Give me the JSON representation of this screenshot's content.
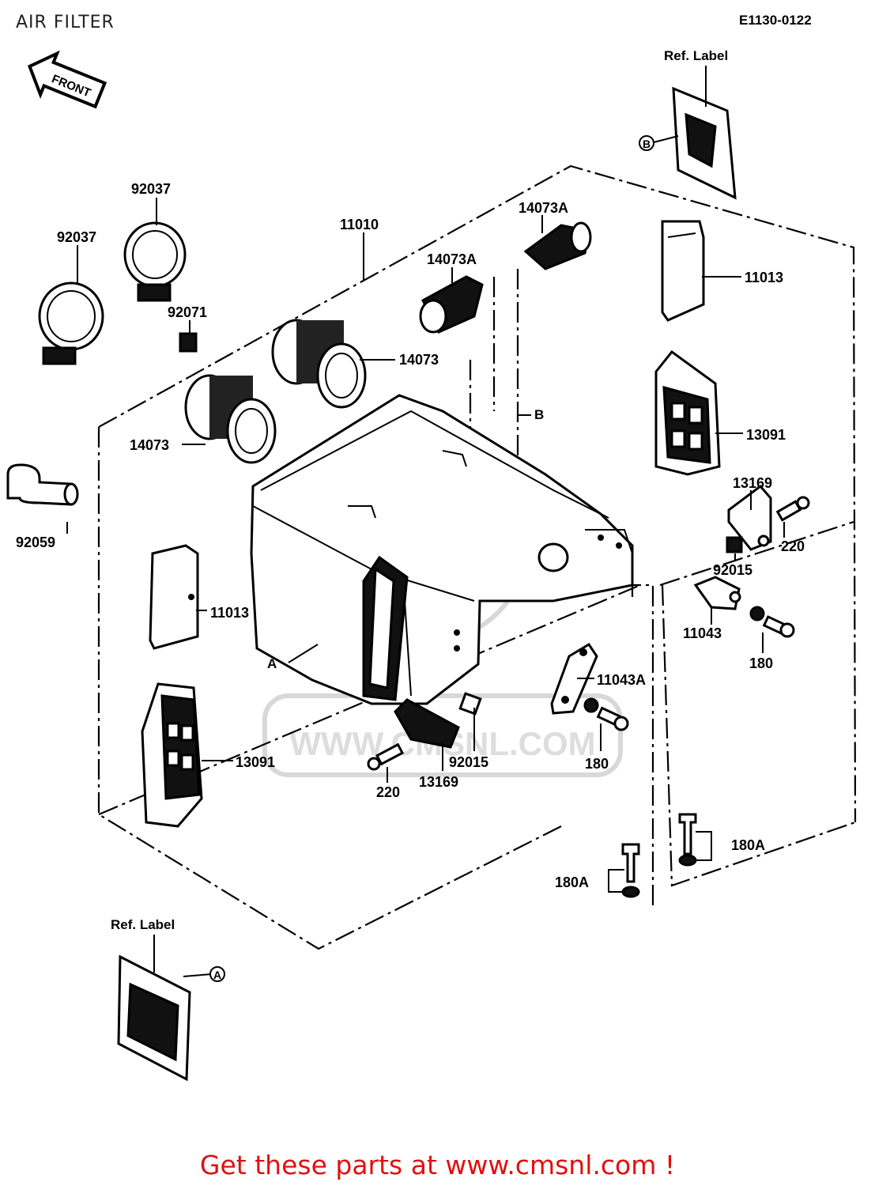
{
  "header": {
    "title": "AIR FILTER",
    "drawing_code": "E1130-0122"
  },
  "front_arrow": {
    "label": "FRONT"
  },
  "labels": {
    "ref_label_top": "Ref. Label",
    "ref_label_bottom": "Ref. Label",
    "ref_a": "A",
    "ref_b": "B"
  },
  "parts": [
    {
      "number": "92037"
    },
    {
      "number": "92037"
    },
    {
      "number": "11010"
    },
    {
      "number": "14073A"
    },
    {
      "number": "14073A"
    },
    {
      "number": "11013"
    },
    {
      "number": "92071"
    },
    {
      "number": "14073"
    },
    {
      "number": "14073"
    },
    {
      "number": "B"
    },
    {
      "number": "13091"
    },
    {
      "number": "92059"
    },
    {
      "number": "13169"
    },
    {
      "number": "220"
    },
    {
      "number": "92015"
    },
    {
      "number": "11013"
    },
    {
      "number": "11043"
    },
    {
      "number": "A"
    },
    {
      "number": "180"
    },
    {
      "number": "11043A"
    },
    {
      "number": "13091"
    },
    {
      "number": "92015"
    },
    {
      "number": "180"
    },
    {
      "number": "220"
    },
    {
      "number": "13169"
    },
    {
      "number": "180A"
    },
    {
      "number": "180A"
    }
  ],
  "watermark": {
    "text": "WWW.CMSNL.COM"
  },
  "footer": {
    "text": "Get these parts at www.cmsnl.com !"
  },
  "colors": {
    "footer": "#e01010",
    "lines": "#000000",
    "watermark": "#d8d8d8"
  }
}
